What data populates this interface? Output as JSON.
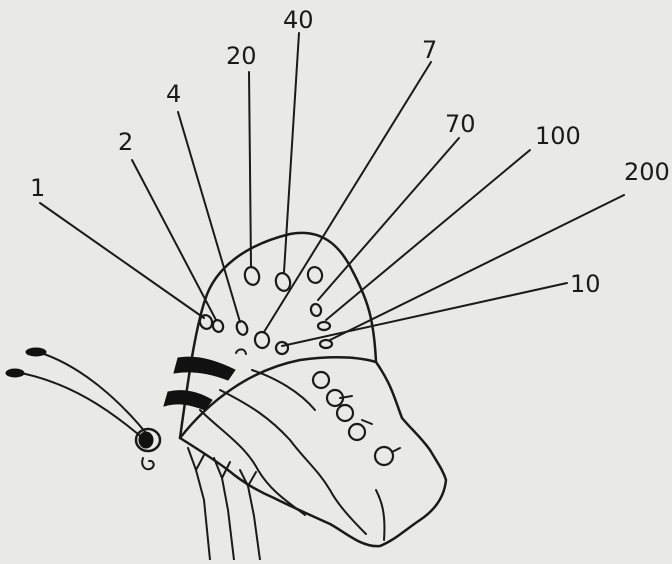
{
  "labels": {
    "l1": "1",
    "l2": "2",
    "l4": "4",
    "l20": "20",
    "l40": "40",
    "l7": "7",
    "l70": "70",
    "l100": "100",
    "l200": "200",
    "l10": "10"
  },
  "colors": {
    "background": "#e9e9e7",
    "ink": "#1a1a1a"
  }
}
